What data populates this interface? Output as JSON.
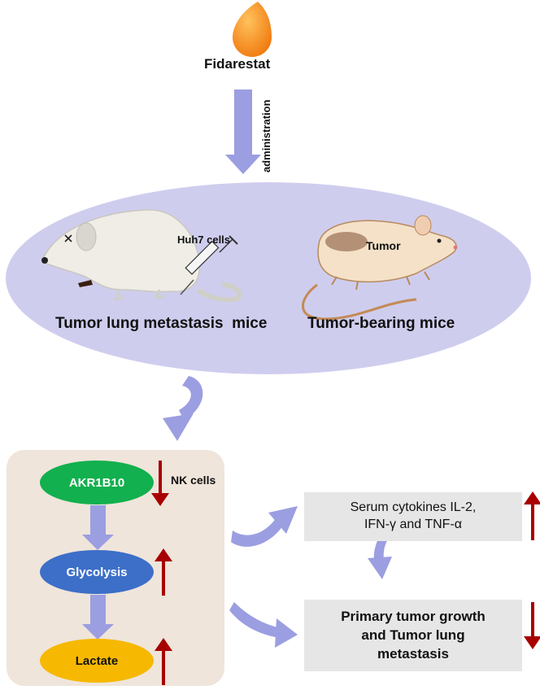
{
  "drug": {
    "name": "Fidarestat",
    "route_label": "administration"
  },
  "models": {
    "injection_label": "Huh7 cells",
    "left_label": "Tumor lung metastasis  mice",
    "right_label": "Tumor-bearing mice",
    "tumor_label": "Tumor"
  },
  "pathway": {
    "nodes": [
      "AKR1B10",
      "Glycolysis",
      "Lactate"
    ],
    "nk_label": "NK cells",
    "colors": {
      "akr1b10": "#12b04e",
      "glycolysis": "#3d6fc8",
      "lactate": "#f6b800"
    }
  },
  "outcomes": {
    "cytokines_line1": "Serum cytokines IL-2,",
    "cytokines_line2": "IFN-γ and TNF-α",
    "tumor_line1": "Primary tumor growth",
    "tumor_line2": "and Tumor lung",
    "tumor_line3": "metastasis"
  },
  "colors": {
    "flow_arrow": "#9b9ee0",
    "ellipse": "#cfcdee",
    "panel": "#efe5db",
    "outcome_box": "#e6e6e6",
    "indicator_arrow": "#a80000",
    "drop": "#f59a2e"
  }
}
